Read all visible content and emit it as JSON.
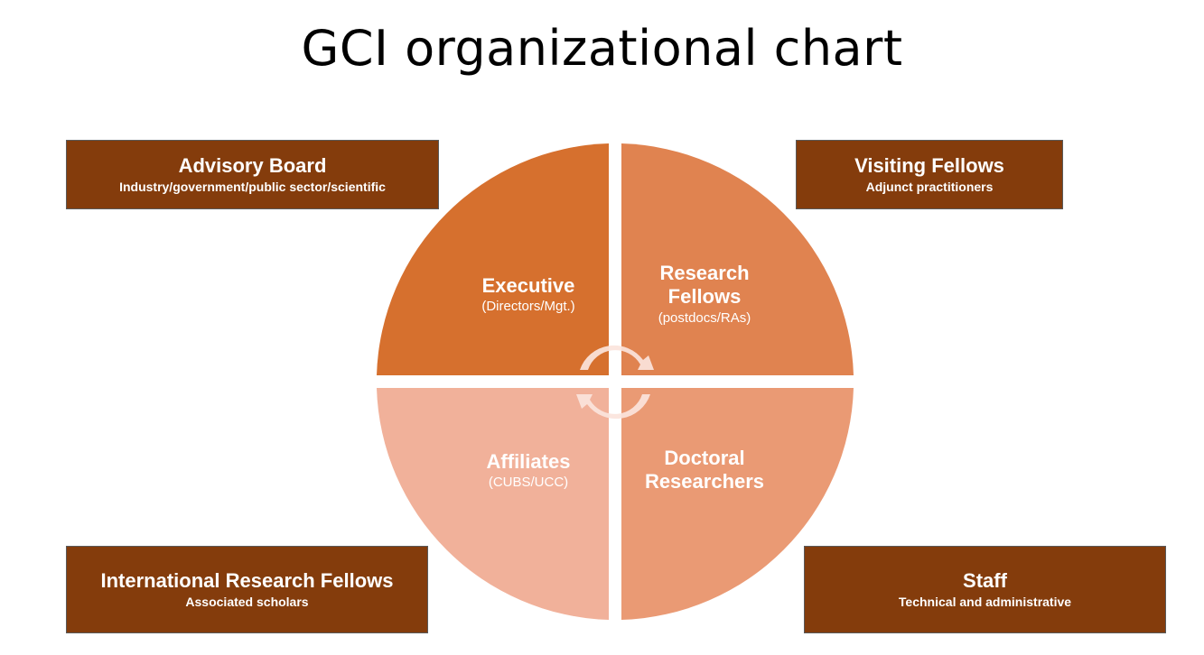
{
  "title": "GCI organizational chart",
  "colors": {
    "box_fill": "#843c0c",
    "q_top_left": "#d6702e",
    "q_top_right": "#e08350",
    "q_bottom_left": "#f1b19a",
    "q_bottom_right": "#ea9a74",
    "arrows": "#fbe4dc"
  },
  "boxes": {
    "top_left": {
      "title": "Advisory Board",
      "subtitle": "Industry/government/public sector/scientific"
    },
    "top_right": {
      "title": "Visiting Fellows",
      "subtitle": "Adjunct practitioners"
    },
    "bottom_left": {
      "title": "International Research Fellows",
      "subtitle": "Associated scholars"
    },
    "bottom_right": {
      "title": "Staff",
      "subtitle": "Technical and administrative"
    }
  },
  "quadrants": {
    "top_left": {
      "line1": "Executive",
      "sub": "(Directors/Mgt.)"
    },
    "top_right": {
      "line1": "Research",
      "line2": "Fellows",
      "sub": "(postdocs/RAs)"
    },
    "bottom_left": {
      "line1": "Affiliates",
      "sub": "(CUBS/UCC)"
    },
    "bottom_right": {
      "line1": "Doctoral",
      "line2": "Researchers"
    }
  },
  "icons": {
    "cycle": "circular-arrows-icon"
  }
}
